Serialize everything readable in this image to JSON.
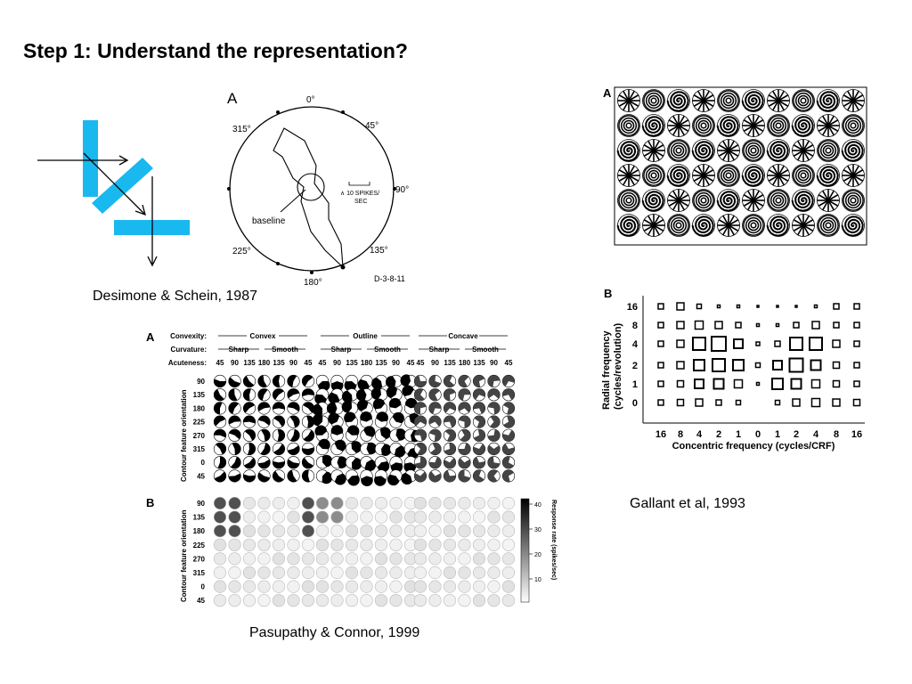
{
  "slide": {
    "title": "Step 1: Understand the representation?",
    "captions": {
      "desimone": "Desimone & Schein, 1987",
      "gallant": "Gallant et al, 1993",
      "pasupathy": "Pasupathy & Connor, 1999"
    }
  },
  "colors": {
    "bar": "#19b8ee",
    "ink": "#000000"
  },
  "polar": {
    "panel": "A",
    "angles": [
      "0°",
      "45°",
      "90°",
      "135°",
      "180°",
      "225°",
      "315°"
    ],
    "baseline_label": "baseline",
    "scale_label_1": "∧ 10 SPIKES/",
    "scale_label_2": "SEC",
    "cell_id": "D-3-8-11"
  },
  "gallant": {
    "panel_a": "A",
    "panel_b": "B",
    "y_title_1": "Radial frequency",
    "y_title_2": "(cycles/revolution)",
    "x_title": "Concentric frequency (cycles/CRF)",
    "y_ticks": [
      "16",
      "8",
      "4",
      "2",
      "1",
      "0"
    ],
    "x_ticks": [
      "16",
      "8",
      "4",
      "2",
      "1",
      "0",
      "1",
      "2",
      "4",
      "8",
      "16"
    ]
  },
  "pasupathy": {
    "panel_a": "A",
    "panel_b": "B",
    "row_convexity": "Convexity:",
    "row_curvature": "Curvature:",
    "row_acuteness": "Acuteness:",
    "groups": [
      "Convex",
      "Outline",
      "Concave"
    ],
    "curvatures": [
      "Sharp",
      "Smooth"
    ],
    "acuteness": [
      "45",
      "90",
      "135",
      "180",
      "135",
      "90",
      "45"
    ],
    "orientations": [
      "90",
      "135",
      "180",
      "225",
      "270",
      "315",
      "0",
      "45"
    ],
    "y_title": "Contour feature orientation",
    "colorbar_title": "Response rate (spikes/sec)",
    "colorbar_ticks": [
      "40",
      "30",
      "20",
      "10"
    ]
  }
}
